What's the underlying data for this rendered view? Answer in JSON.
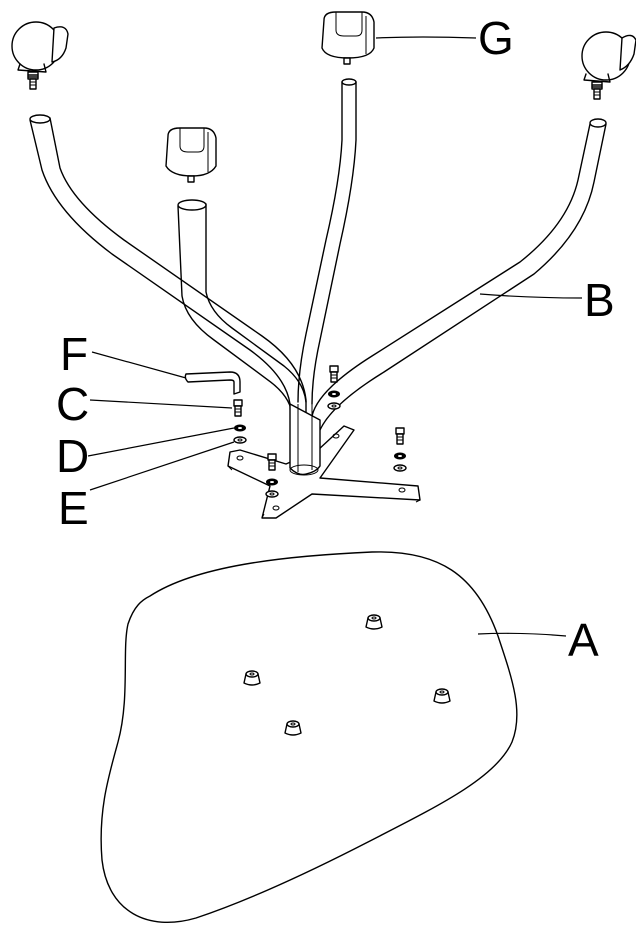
{
  "parts": {
    "a": "A",
    "b": "B",
    "c": "C",
    "d": "D",
    "e": "E",
    "f": "F",
    "g": "G"
  }
}
